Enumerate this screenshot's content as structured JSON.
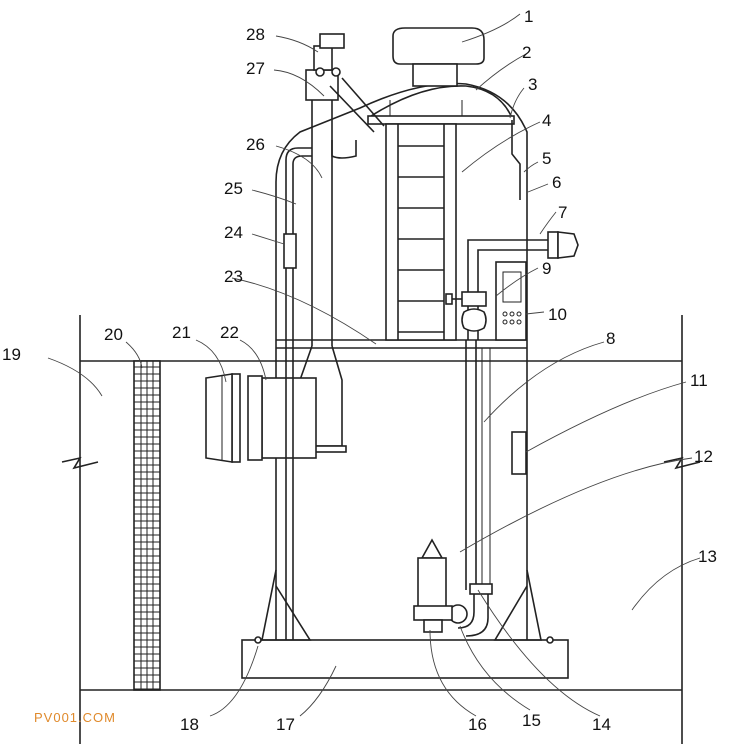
{
  "diagram": {
    "labels": [
      "1",
      "2",
      "3",
      "4",
      "5",
      "6",
      "7",
      "8",
      "9",
      "10",
      "11",
      "12",
      "13",
      "14",
      "15",
      "16",
      "17",
      "18",
      "19",
      "20",
      "21",
      "22",
      "23",
      "24",
      "25",
      "26",
      "27",
      "28"
    ],
    "watermark": "PV001.COM"
  }
}
